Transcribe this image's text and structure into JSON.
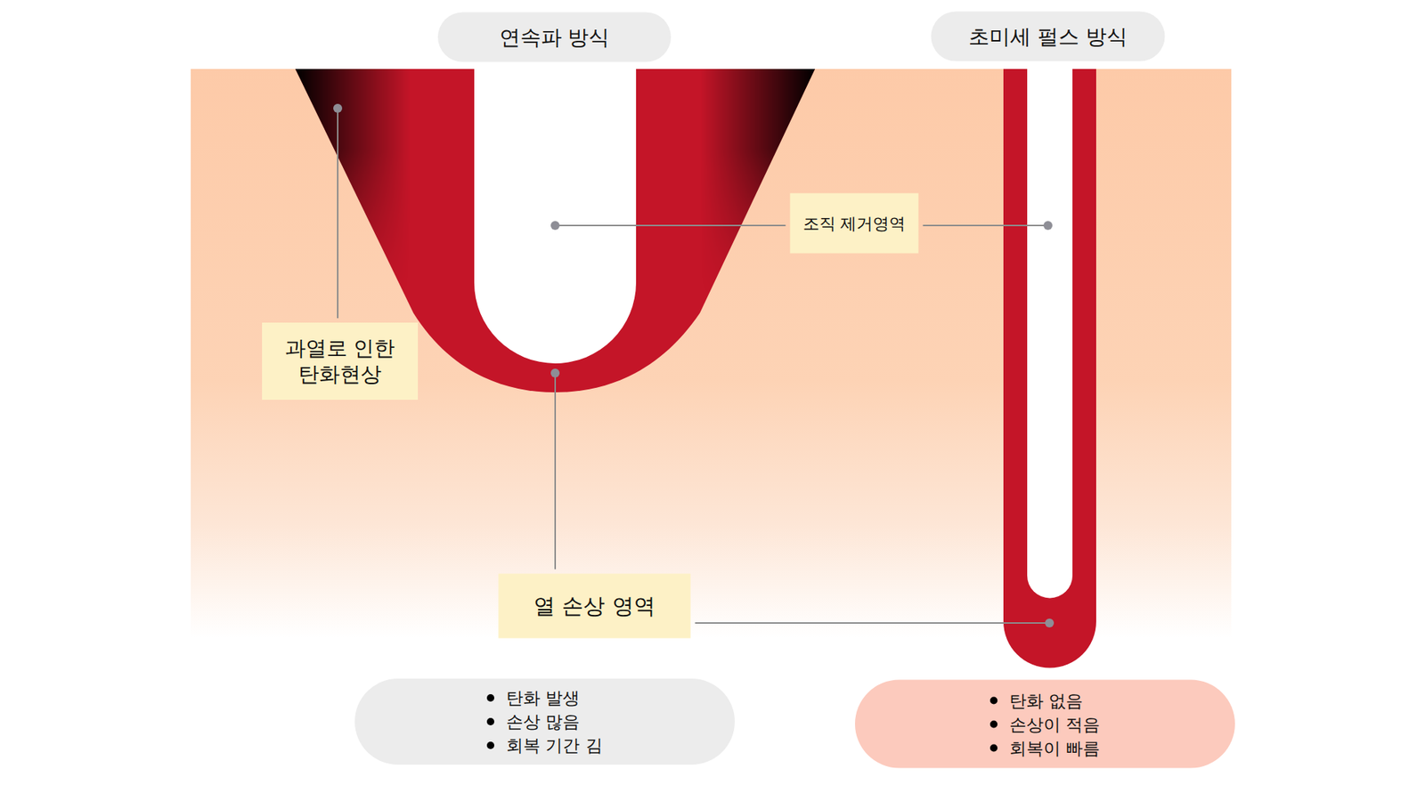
{
  "diagram": {
    "nodes": [
      {
        "text": [
          "연속파 방식"
        ]
      },
      {
        "text": [
          "초미세 펄스 방식"
        ]
      },
      {
        "text": [
          "조직 제거영역"
        ]
      },
      {
        "text": [
          "과열로 인한 탄화현상"
        ]
      },
      {
        "text": [
          "열 손상 영역"
        ]
      },
      {
        "text": [
          "탄화 발생",
          "손상 많음",
          "회복 기간 김"
        ]
      },
      {
        "text": [
          "탄화 없음",
          "손상이 적음",
          "회복이 빠름"
        ]
      }
    ]
  }
}
